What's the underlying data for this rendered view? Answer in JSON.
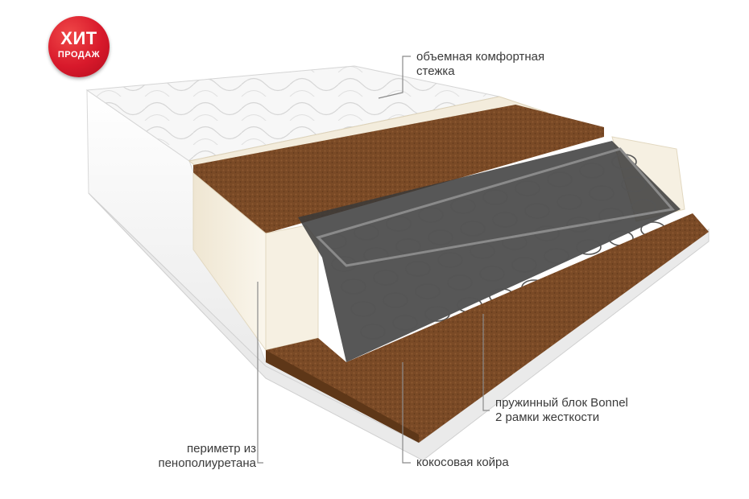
{
  "badge": {
    "line1": "ХИТ",
    "line2": "ПРОДАЖ",
    "color": "#d8192b"
  },
  "labels": {
    "quilting_line1": "объемная комфортная",
    "quilting_line2": "стежка",
    "springs_line1": "пружинный блок Bonnel",
    "springs_line2": "2 рамки жесткости",
    "coir": "кокосовая койра",
    "perimeter_line1": "периметр из",
    "perimeter_line2": "пенополиуретана"
  },
  "colors": {
    "coir": "#7a4a26",
    "foam": "#f3ecdc",
    "cover": "#f2f2f2",
    "spring_steel": "#555555",
    "text": "#3a3a3a"
  }
}
